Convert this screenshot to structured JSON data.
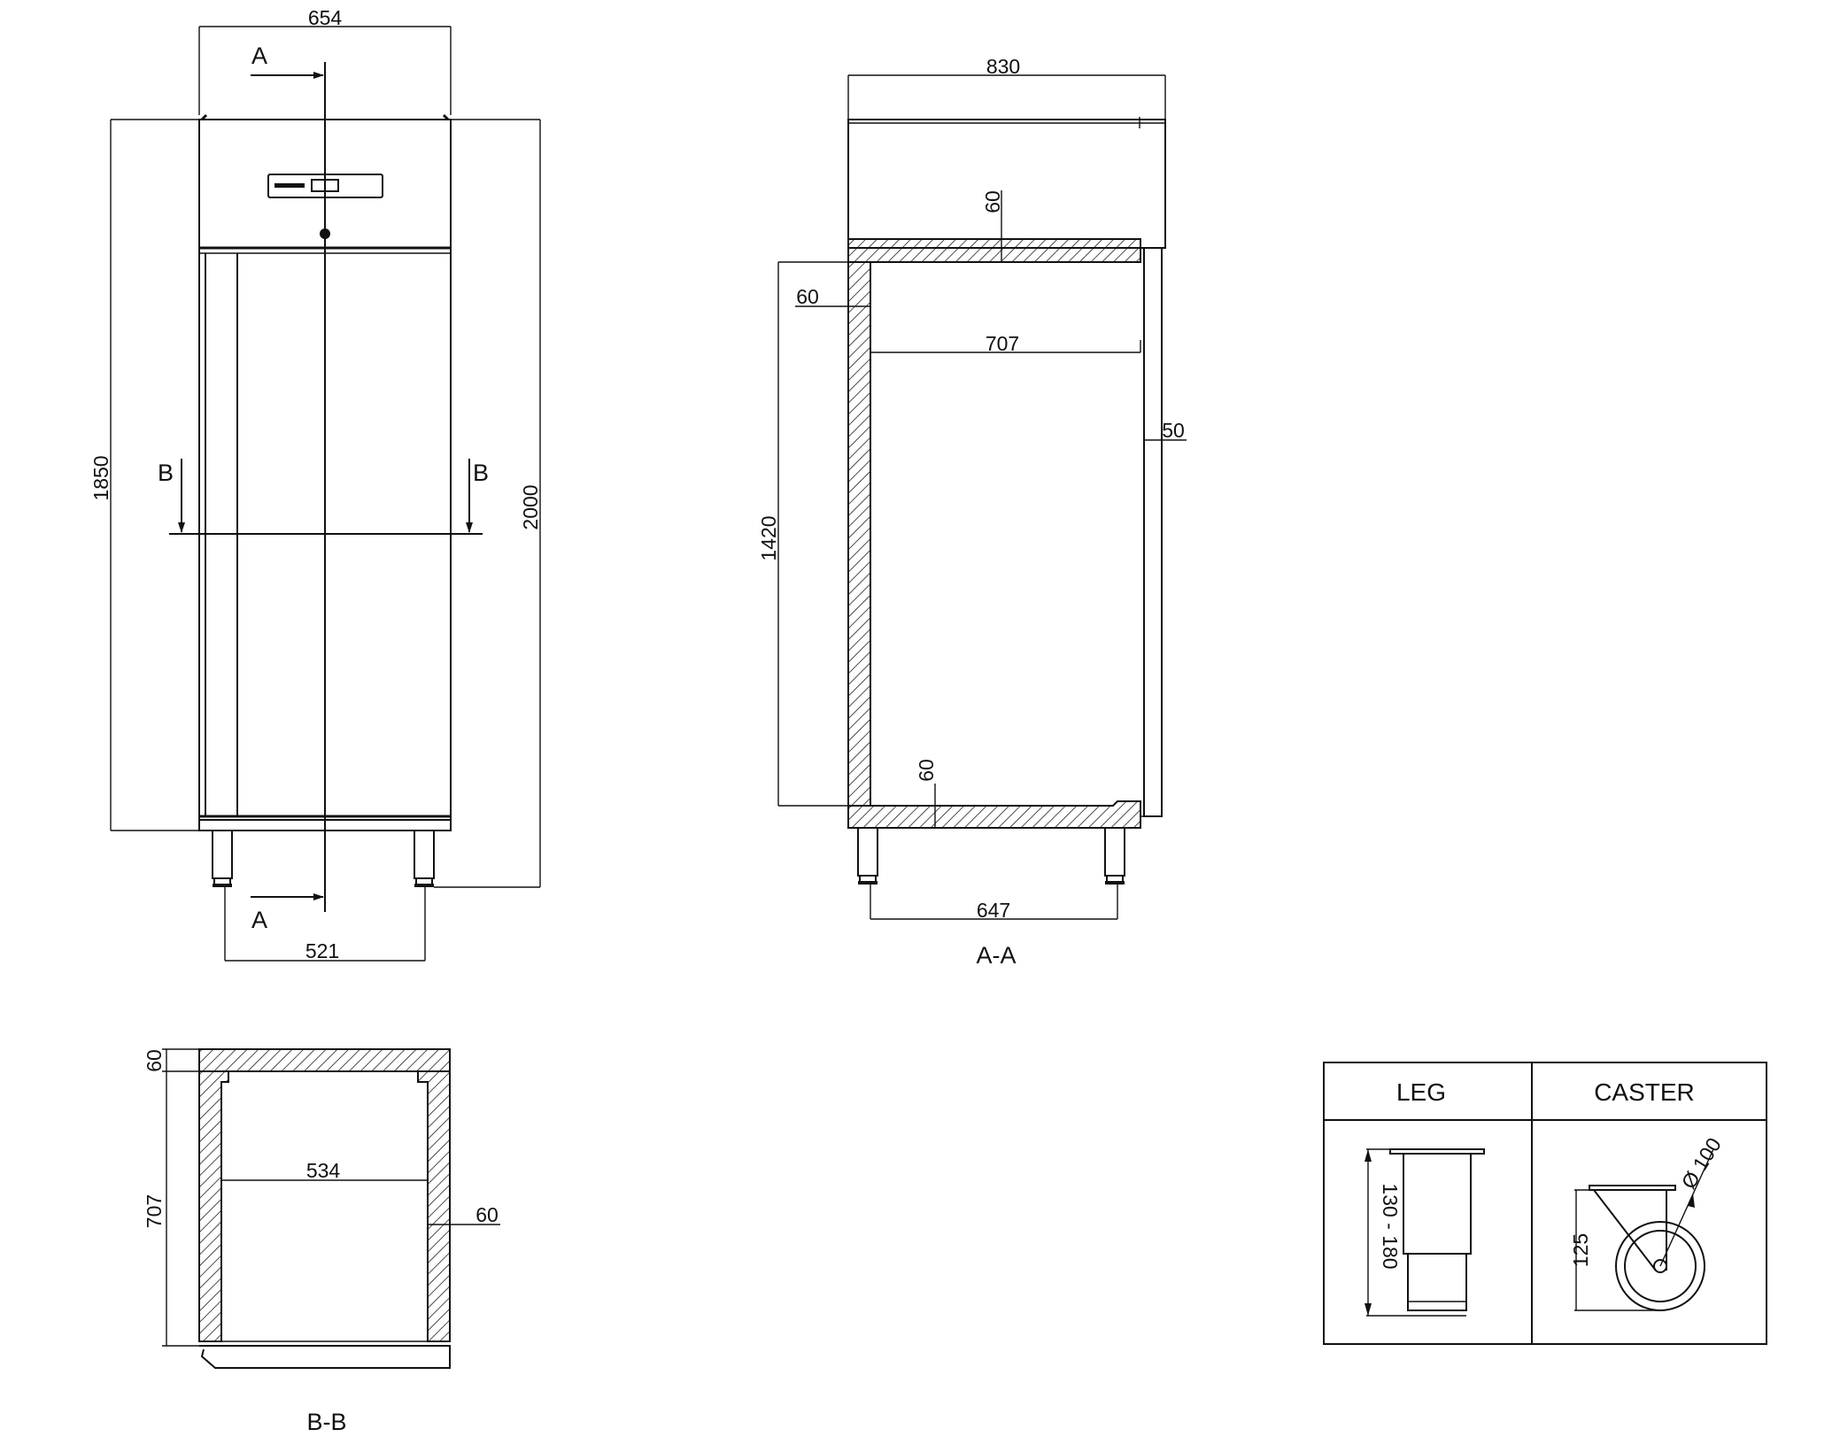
{
  "front_view": {
    "dim_width": "654",
    "dim_body_height": "1850",
    "dim_total_height": "2000",
    "dim_leg_spacing": "521",
    "section_a_top": "A",
    "section_a_bottom": "A",
    "section_b_left": "B",
    "section_b_right": "B"
  },
  "section_aa": {
    "title": "A-A",
    "dim_depth": "830",
    "dim_top_insulation": "60",
    "dim_back_insulation": "60",
    "dim_inner_depth": "707",
    "dim_door": "50",
    "dim_inner_height": "1420",
    "dim_bottom_insulation": "60",
    "dim_leg_spacing": "647"
  },
  "section_bb": {
    "title": "B-B",
    "dim_insulation": "60",
    "dim_inner_depth": "707",
    "dim_inner_width": "534",
    "dim_side_insulation": "60"
  },
  "details_table": {
    "leg_header": "LEG",
    "caster_header": "CASTER",
    "leg_height_range": "130 - 180",
    "caster_height": "125",
    "caster_diameter": "Ø 100"
  }
}
